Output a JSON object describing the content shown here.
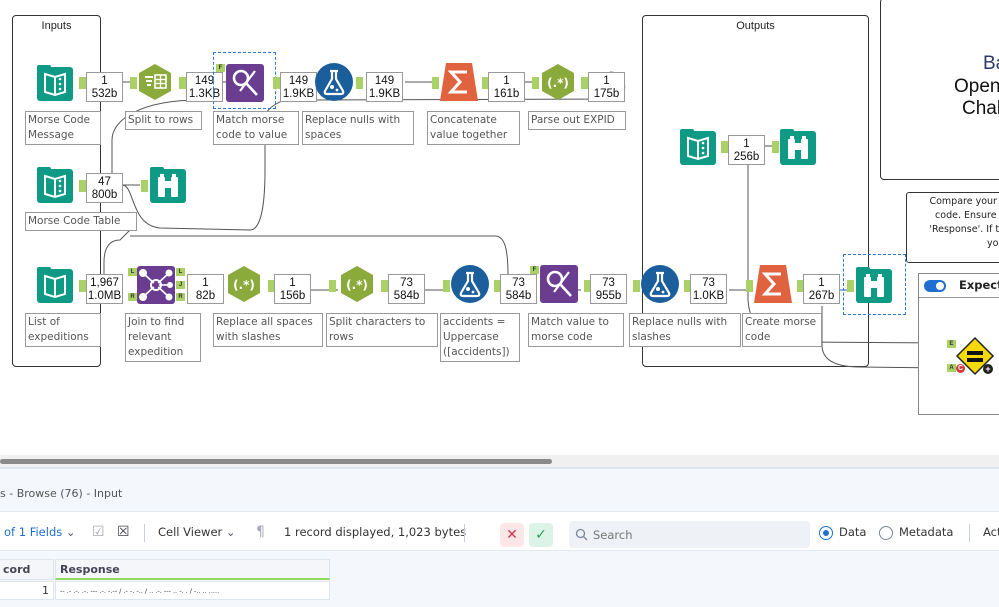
{
  "canvas": {
    "containers": [
      {
        "id": "inputs",
        "title": "Inputs"
      },
      {
        "id": "outputs",
        "title": "Outputs"
      }
    ],
    "tools": {
      "morse_msg_input": {
        "icon": "input-data-icon",
        "label": "Morse Code Message",
        "count": "1",
        "size": "532b"
      },
      "split_rows": {
        "icon": "text-to-columns-icon",
        "label": "Split to rows",
        "count": "149",
        "size": "1.3KB"
      },
      "match_morse": {
        "icon": "find-replace-icon",
        "label": "Match morse code to value",
        "count": "149",
        "size": "1.9KB"
      },
      "replace_nulls_spaces": {
        "icon": "formula-icon",
        "label": "Replace nulls with spaces",
        "count": "149",
        "size": "1.9KB"
      },
      "concatenate": {
        "icon": "summarize-icon",
        "label": "Concatenate value together",
        "count": "1",
        "size": "161b"
      },
      "parse_expid": {
        "icon": "regex-icon",
        "label": "Parse out EXPID",
        "count": "1",
        "size": "175b"
      },
      "morse_table_input": {
        "icon": "input-data-icon",
        "label": "Morse Code Table",
        "count": "47",
        "size": "800b"
      },
      "expeditions_input": {
        "icon": "input-data-icon",
        "label": "List of expeditions",
        "count": "1,967",
        "size": "1.0MB"
      },
      "join": {
        "icon": "join-icon",
        "label": "Join to find relevant expedition",
        "count": "1",
        "size": "82b"
      },
      "replace_spaces": {
        "icon": "regex-icon",
        "label": "Replace all spaces with slashes",
        "count": "1",
        "size": "156b"
      },
      "split_chars": {
        "icon": "regex-icon",
        "label": "Split characters to rows",
        "count": "73",
        "size": "584b"
      },
      "uppercase": {
        "icon": "formula-icon",
        "label": "accidents = Uppercase ([accidents])",
        "count": "73",
        "size": "584b"
      },
      "match_value": {
        "icon": "find-replace-icon",
        "label": "Match value to morse code",
        "count": "73",
        "size": "955b"
      },
      "replace_nulls_slashes": {
        "icon": "formula-icon",
        "label": "Replace nulls with slashes",
        "count": "73",
        "size": "1.0KB"
      },
      "create_morse": {
        "icon": "summarize-icon",
        "label": "Create morse code",
        "count": "1",
        "size": "267b"
      },
      "outputs_input": {
        "icon": "input-data-icon",
        "count": "1",
        "size": "256b"
      }
    },
    "label_lines": {
      "morse_msg_input": [
        "Morse Code",
        "Message"
      ],
      "match_morse": [
        "Match morse",
        "code to value"
      ],
      "replace_nulls_spaces": [
        "Replace nulls with",
        "spaces"
      ],
      "concatenate": [
        "Concatenate",
        "value together"
      ],
      "expeditions_input": [
        "List of",
        "expeditions"
      ],
      "join": [
        "Join to find",
        "relevant",
        "expedition"
      ],
      "replace_spaces": [
        "Replace all spaces",
        "with slashes"
      ],
      "split_chars": [
        "Split characters to",
        "rows"
      ],
      "uppercase": [
        "accidents =",
        "Uppercase",
        "([accidents])"
      ],
      "match_value": [
        "Match value to",
        "morse code"
      ],
      "replace_nulls_slashes": [
        "Replace nulls with",
        "slashes"
      ],
      "create_morse": [
        "Create morse",
        "code"
      ]
    },
    "join_anchors": {
      "left_in": "L",
      "right_in": "R",
      "out_left": "L",
      "out_join": "J",
      "out_right": "R"
    },
    "find_replace_anchors": {
      "find": "F",
      "replace": "R"
    },
    "big_panel_lines": [
      "Ba",
      "Open",
      "Chal"
    ],
    "comment_lines": [
      "Compare your co",
      "code. Ensure yo",
      "'Response'. If the",
      "you'r"
    ],
    "expect_panel": {
      "title": "Expect",
      "toggle_on": true,
      "anchors": [
        "E",
        "A"
      ],
      "icon": "test-equal-icon"
    },
    "colors": {
      "input_teal": "#0f9a86",
      "regex_green": "#8aaa3c",
      "formula_blue": "#1b5e9c",
      "find_purple": "#6a3d91",
      "summarize_orange": "#e0623e",
      "anchor_green": "#a9d166"
    }
  },
  "scrollbar": {
    "horizontal_position_fraction": 0.0
  },
  "results": {
    "title": "s - Browse (76) - Input",
    "toolbar": {
      "fields_selector": "of 1 Fields",
      "cell_viewer": "Cell Viewer",
      "record_info": "1 record displayed, 1,023 bytes",
      "search_placeholder": "Search",
      "view_modes": [
        {
          "label": "Data",
          "selected": true
        },
        {
          "label": "Metadata",
          "selected": false
        }
      ],
      "actions_label": "Act"
    },
    "grid": {
      "columns": [
        "cord",
        "Response"
      ],
      "rows": [
        {
          "record": "1",
          "response": "-- .- .-. .-. --- .-. -.-- / .- -. -.. / .. .-. --- .. -. . / -.. .. ....."
        }
      ]
    }
  }
}
